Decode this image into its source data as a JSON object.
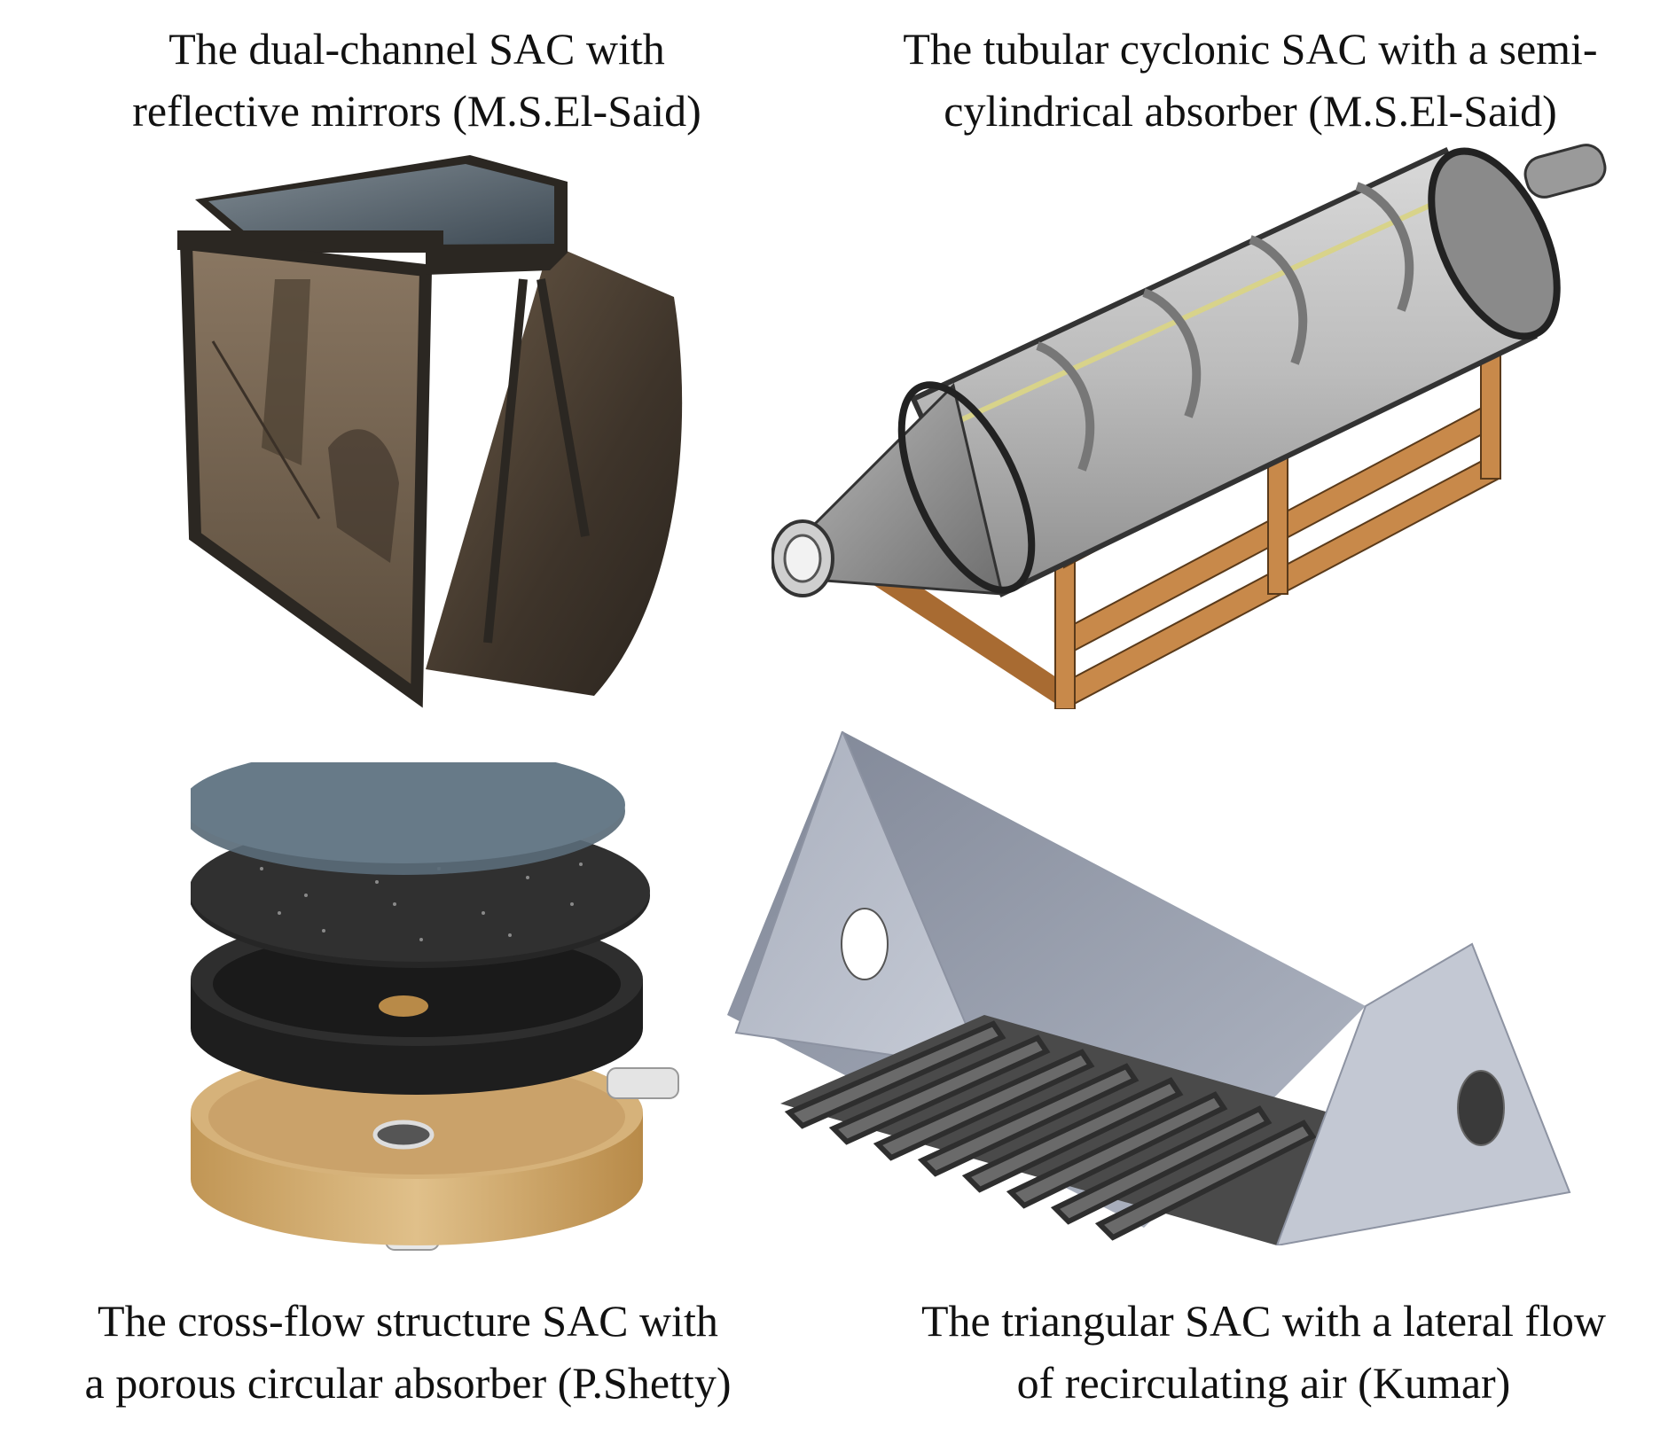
{
  "captions": {
    "dual_channel": {
      "line1": "The dual-channel SAC with",
      "line2": "reflective mirrors (M.S.El-Said)"
    },
    "tubular_cyclonic": {
      "line1": "The tubular cyclonic SAC with a semi-",
      "line2": "cylindrical absorber (M.S.El-Said)"
    },
    "cross_flow": {
      "line1": "The cross-flow structure SAC with",
      "line2": "a porous circular absorber (P.Shetty)"
    },
    "triangular": {
      "line1": "The triangular SAC with a lateral flow",
      "line2": "of recirculating air (Kumar)"
    }
  },
  "colors": {
    "frame_dark": "#2b2722",
    "glass_tint": "#5a4c3c",
    "cylinder_gray": "#9a9a9a",
    "wood": "#c8894a",
    "disc_glass": "#5a6b78",
    "disc_black": "#222222",
    "disc_base": "#c9a36a",
    "triangle_panel": "#b9bfcc",
    "fin_gray": "#5e5e5e"
  }
}
